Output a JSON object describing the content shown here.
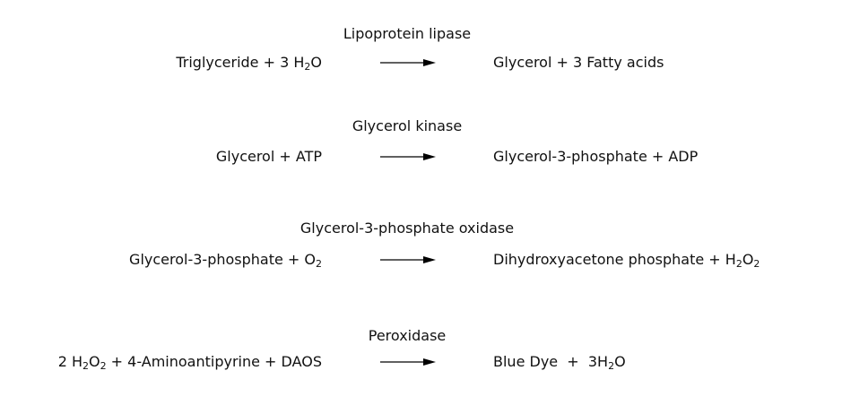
{
  "reactions": [
    {
      "enzyme": "Lipoprotein lipase",
      "reactants": [
        {
          "t": "Triglyceride + 3 H"
        },
        {
          "t": "2",
          "sub": true
        },
        {
          "t": "O"
        }
      ],
      "products": [
        {
          "t": "Glycerol + 3 Fatty acids"
        }
      ]
    },
    {
      "enzyme": "Glycerol kinase",
      "reactants": [
        {
          "t": "Glycerol + ATP"
        }
      ],
      "products": [
        {
          "t": "Glycerol-3-phosphate + ADP"
        }
      ]
    },
    {
      "enzyme": "Glycerol-3-phosphate oxidase",
      "reactants": [
        {
          "t": "Glycerol-3-phosphate + O"
        },
        {
          "t": "2",
          "sub": true
        }
      ],
      "products": [
        {
          "t": "Dihydroxyacetone phosphate + H"
        },
        {
          "t": "2",
          "sub": true
        },
        {
          "t": "O"
        },
        {
          "t": "2",
          "sub": true
        }
      ]
    },
    {
      "enzyme": "Peroxidase",
      "reactants": [
        {
          "t": "2 H"
        },
        {
          "t": "2",
          "sub": true
        },
        {
          "t": "O"
        },
        {
          "t": "2",
          "sub": true
        },
        {
          "t": " + 4-Aminoantipyrine + DAOS"
        }
      ],
      "products": [
        {
          "t": "Blue Dye  +  3H"
        },
        {
          "t": "2",
          "sub": true
        },
        {
          "t": "O"
        }
      ]
    }
  ]
}
